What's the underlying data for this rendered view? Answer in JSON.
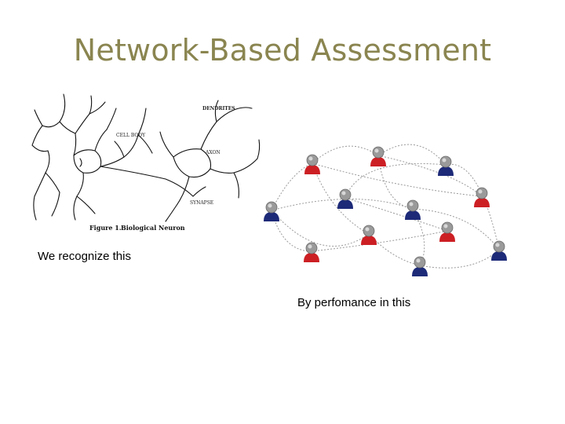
{
  "slide": {
    "title": "Network-Based Assessment"
  },
  "neuron_figure": {
    "labels": {
      "dendrites": "DENDRITES",
      "cell_body": "CELL BODY",
      "axon": "AXON",
      "synapse": "SYNAPSE",
      "figure_number": "Figure 1.",
      "figure_caption": "Biological Neuron"
    }
  },
  "captions": {
    "left": "We recognize this",
    "right": "By perfomance in this"
  },
  "network": {
    "colors": {
      "red": "#cc1f24",
      "blue": "#1d2a78",
      "head": "#9a9a9a",
      "edge": "#9a9a9a"
    },
    "nodes": [
      {
        "color": "red"
      },
      {
        "color": "red"
      },
      {
        "color": "blue"
      },
      {
        "color": "blue"
      },
      {
        "color": "blue"
      },
      {
        "color": "blue"
      },
      {
        "color": "red"
      },
      {
        "color": "red"
      },
      {
        "color": "red"
      },
      {
        "color": "red"
      },
      {
        "color": "blue"
      },
      {
        "color": "blue"
      }
    ]
  }
}
